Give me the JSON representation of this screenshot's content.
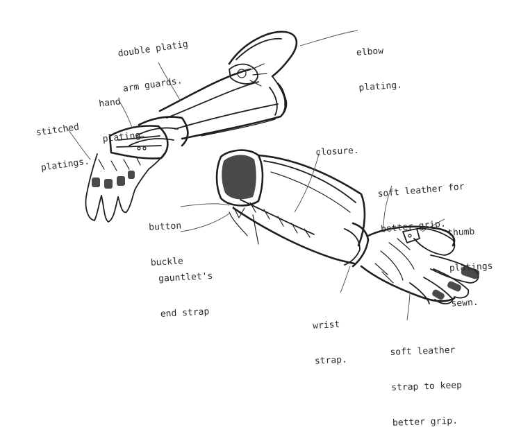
{
  "notes": {
    "double_plating": [
      "double platig",
      "arm guards."
    ],
    "elbow_plating": [
      "elbow",
      "plating."
    ],
    "hand_plating": [
      "hand",
      "plating."
    ],
    "stitched_platings": [
      "stitched",
      "platings."
    ],
    "closure": [
      "closure."
    ],
    "soft_leather_grip": [
      "soft leather for",
      "better grip."
    ],
    "button_buckle": [
      "button",
      "buckle"
    ],
    "thumb_platings": [
      "thumb",
      "platings",
      "sewn."
    ],
    "gauntlet_strap": [
      "gauntlet's",
      "end strap"
    ],
    "wrist_strap": [
      "wrist",
      "strap."
    ],
    "soft_leather_strap": [
      "soft leather",
      "strap to keep",
      "better grip."
    ]
  }
}
